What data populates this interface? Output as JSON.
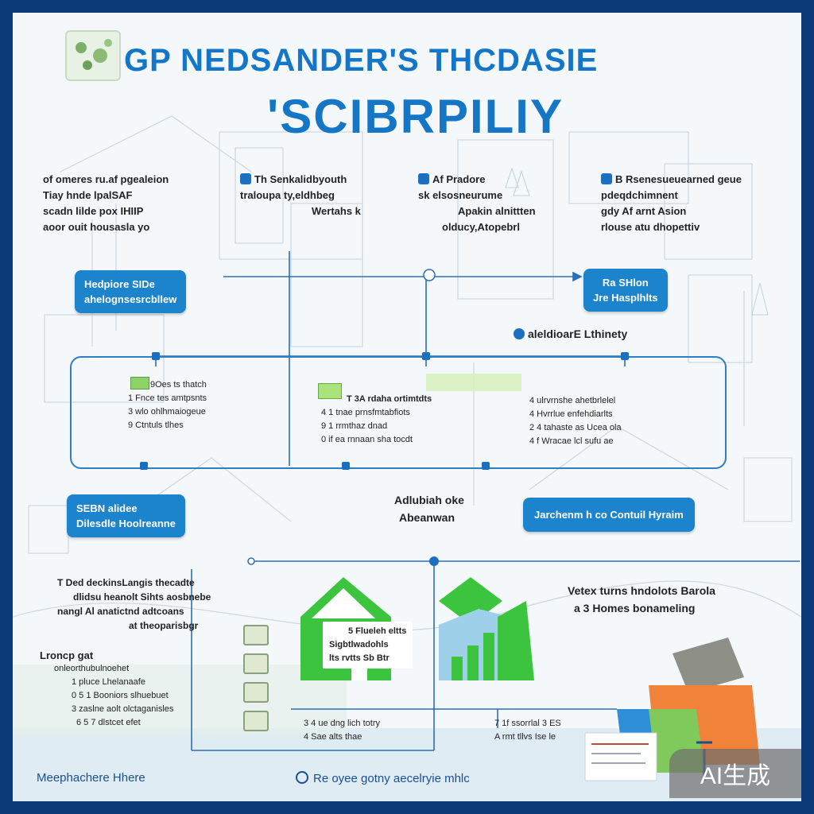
{
  "title": {
    "line1": "GP NEDSANDER'S THCDASIE",
    "line2": "'SCIBRPILIY"
  },
  "top_columns": [
    {
      "lines": [
        "of omeres ru.af pgealeion",
        "Tiay hnde lpalSAF",
        "scadn lilde pox IHIIP",
        "aoor ouit housasla yo"
      ]
    },
    {
      "lines": [
        "Th Senkalidbyouth",
        "traloupa ty,eldhbeg",
        "Wertahs k"
      ]
    },
    {
      "lines": [
        "Af Pradore",
        "sk elsosneurume",
        "Apakin alnittten",
        "olducy,Atopebrl"
      ]
    },
    {
      "lines": [
        "B Rsenesueuearned geue",
        "pdeqdchimnent",
        "gdy Af arnt Asion",
        "rlouse atu dhopettiv"
      ]
    }
  ],
  "pill_left_top": [
    "Hedpiore SIDe",
    "ahelognsesrcbllew"
  ],
  "pill_right_top": [
    "Ra SHlon",
    "Jre Hasplhlts"
  ],
  "label_right_mid": "aleldioarE Lthinety",
  "flow_left": {
    "items": [
      "9Oes ts thatch",
      "1 Fnce tes amtpsnts",
      "3 wlo ohlhmaiogeue",
      "9 Ctntuls tlhes"
    ]
  },
  "flow_mid": {
    "items": [
      "T 3A rdaha ortimtdts",
      "4 1 tnae prnsfmtabfiots",
      "9 1 rrmthaz dnad",
      "0 if ea rnnaan sha tocdt"
    ]
  },
  "flow_right": {
    "items": [
      "4 ulrvrnshe ahetbrlelel",
      "4 Hvrrlue enfehdiarlts",
      "2 4 tahaste as Ucea ola",
      "4 f Wracae lcl sufu ae"
    ]
  },
  "pill_left_mid": [
    "SEBN alidee",
    "Dilesdle Hoolreanne"
  ],
  "center_label": [
    "Adlubiah oke",
    "Abeanwan"
  ],
  "pill_right_mid": "Jarchenm h co Contuil Hyraim",
  "bottom_left_text": [
    "T Ded deckinsLangis thecadte",
    "dlidsu heanolt Sihts aosbnebe",
    "nangl Al anatictnd adtcoans",
    "at theoparisbgr"
  ],
  "bottom_right_text": [
    "Vetex turns hndolots Barola",
    "a 3 Homes bonameling"
  ],
  "bottom_left_list": {
    "header": "Lroncp gat",
    "items": [
      "onleorthubulnoehet",
      "1 pluce Lhelanaafe",
      "0 5 1 Booniors slhuebuet",
      "3 zaslne aolt olctaganisles",
      "6 5 7 dlstcet efet"
    ]
  },
  "chart_note": [
    "5 Flueleh eltts",
    "Sigbtlwadohls",
    "lts rvtts Sb Btr"
  ],
  "bottom_mid_notes": [
    "3 4 ue dng lich totry",
    "4 Sae alts thae"
  ],
  "bottom_right_notes": [
    "7 1f ssorrlal 3 ES",
    "A rmt tllvs Ise le"
  ],
  "footer": {
    "left": "Meephachere Hhere",
    "right": "Re oyee gotny aecelryie mhlc"
  },
  "badge": "AI生成",
  "colors": {
    "primary": "#1b84cc",
    "frame": "#0b3a78",
    "green": "#35c23b",
    "teal": "#2a6fb8"
  }
}
